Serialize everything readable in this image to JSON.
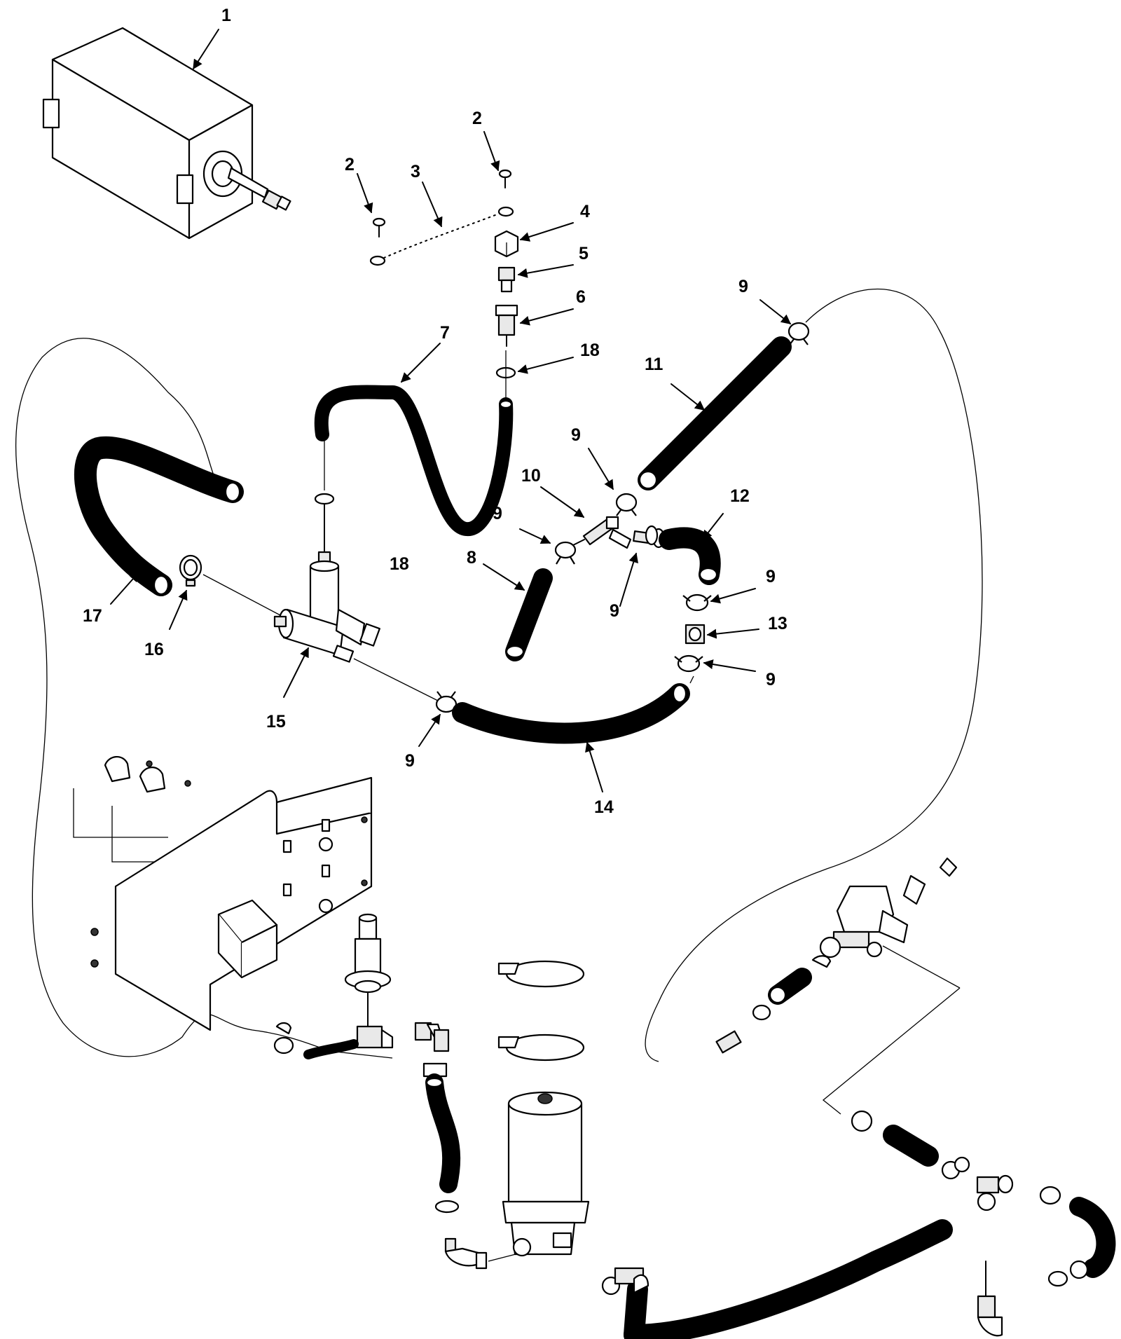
{
  "callouts": [
    {
      "id": "c1a",
      "label": "1"
    },
    {
      "id": "c2a",
      "label": "2"
    },
    {
      "id": "c2b",
      "label": "2"
    },
    {
      "id": "c3",
      "label": "3"
    },
    {
      "id": "c4",
      "label": "4"
    },
    {
      "id": "c5",
      "label": "5"
    },
    {
      "id": "c6",
      "label": "6"
    },
    {
      "id": "c7",
      "label": "7"
    },
    {
      "id": "c18a",
      "label": "18"
    },
    {
      "id": "c18b",
      "label": "18"
    },
    {
      "id": "c9a",
      "label": "9"
    },
    {
      "id": "c11",
      "label": "11"
    },
    {
      "id": "c9b",
      "label": "9"
    },
    {
      "id": "c10",
      "label": "10"
    },
    {
      "id": "c12",
      "label": "12"
    },
    {
      "id": "c9c",
      "label": "9"
    },
    {
      "id": "c8",
      "label": "8"
    },
    {
      "id": "c9d",
      "label": "9"
    },
    {
      "id": "c9e",
      "label": "9"
    },
    {
      "id": "c13",
      "label": "13"
    },
    {
      "id": "c9f",
      "label": "9"
    },
    {
      "id": "c17",
      "label": "17"
    },
    {
      "id": "c16",
      "label": "16"
    },
    {
      "id": "c15",
      "label": "15"
    },
    {
      "id": "c9g",
      "label": "9"
    },
    {
      "id": "c14",
      "label": "14"
    }
  ]
}
